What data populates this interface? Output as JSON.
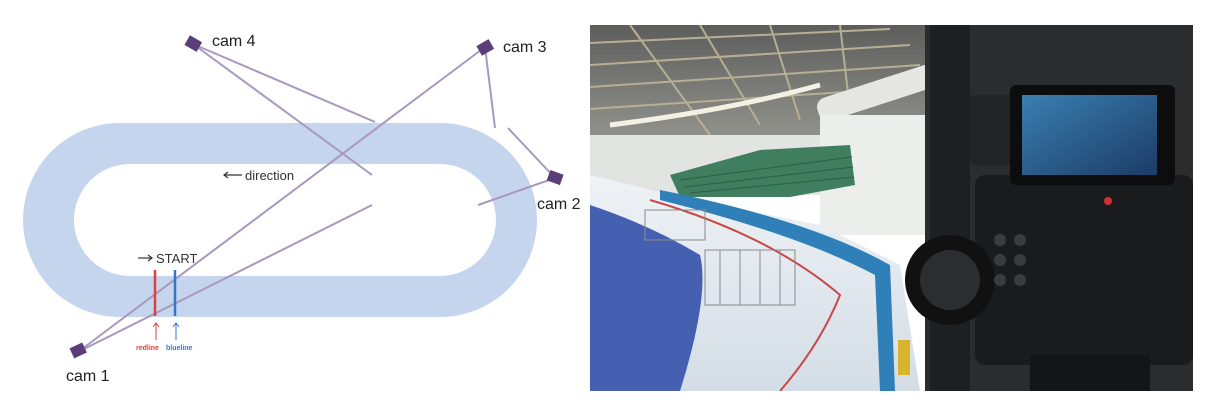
{
  "diagram": {
    "cameras": [
      {
        "label": "cam 1"
      },
      {
        "label": "cam 2"
      },
      {
        "label": "cam 3"
      },
      {
        "label": "cam 4"
      }
    ],
    "direction_label": "direction",
    "start_label": "START",
    "redline_label": "redline",
    "blueline_label": "blueline",
    "colors": {
      "track": "#c5d5ee",
      "camera": "#5a3e7a",
      "sight_line": "#a898c0",
      "redline": "#e0403a",
      "blueline": "#3a74c8"
    }
  },
  "photo": {
    "description_icon": "camera-at-speed-skating-rink-photo"
  }
}
